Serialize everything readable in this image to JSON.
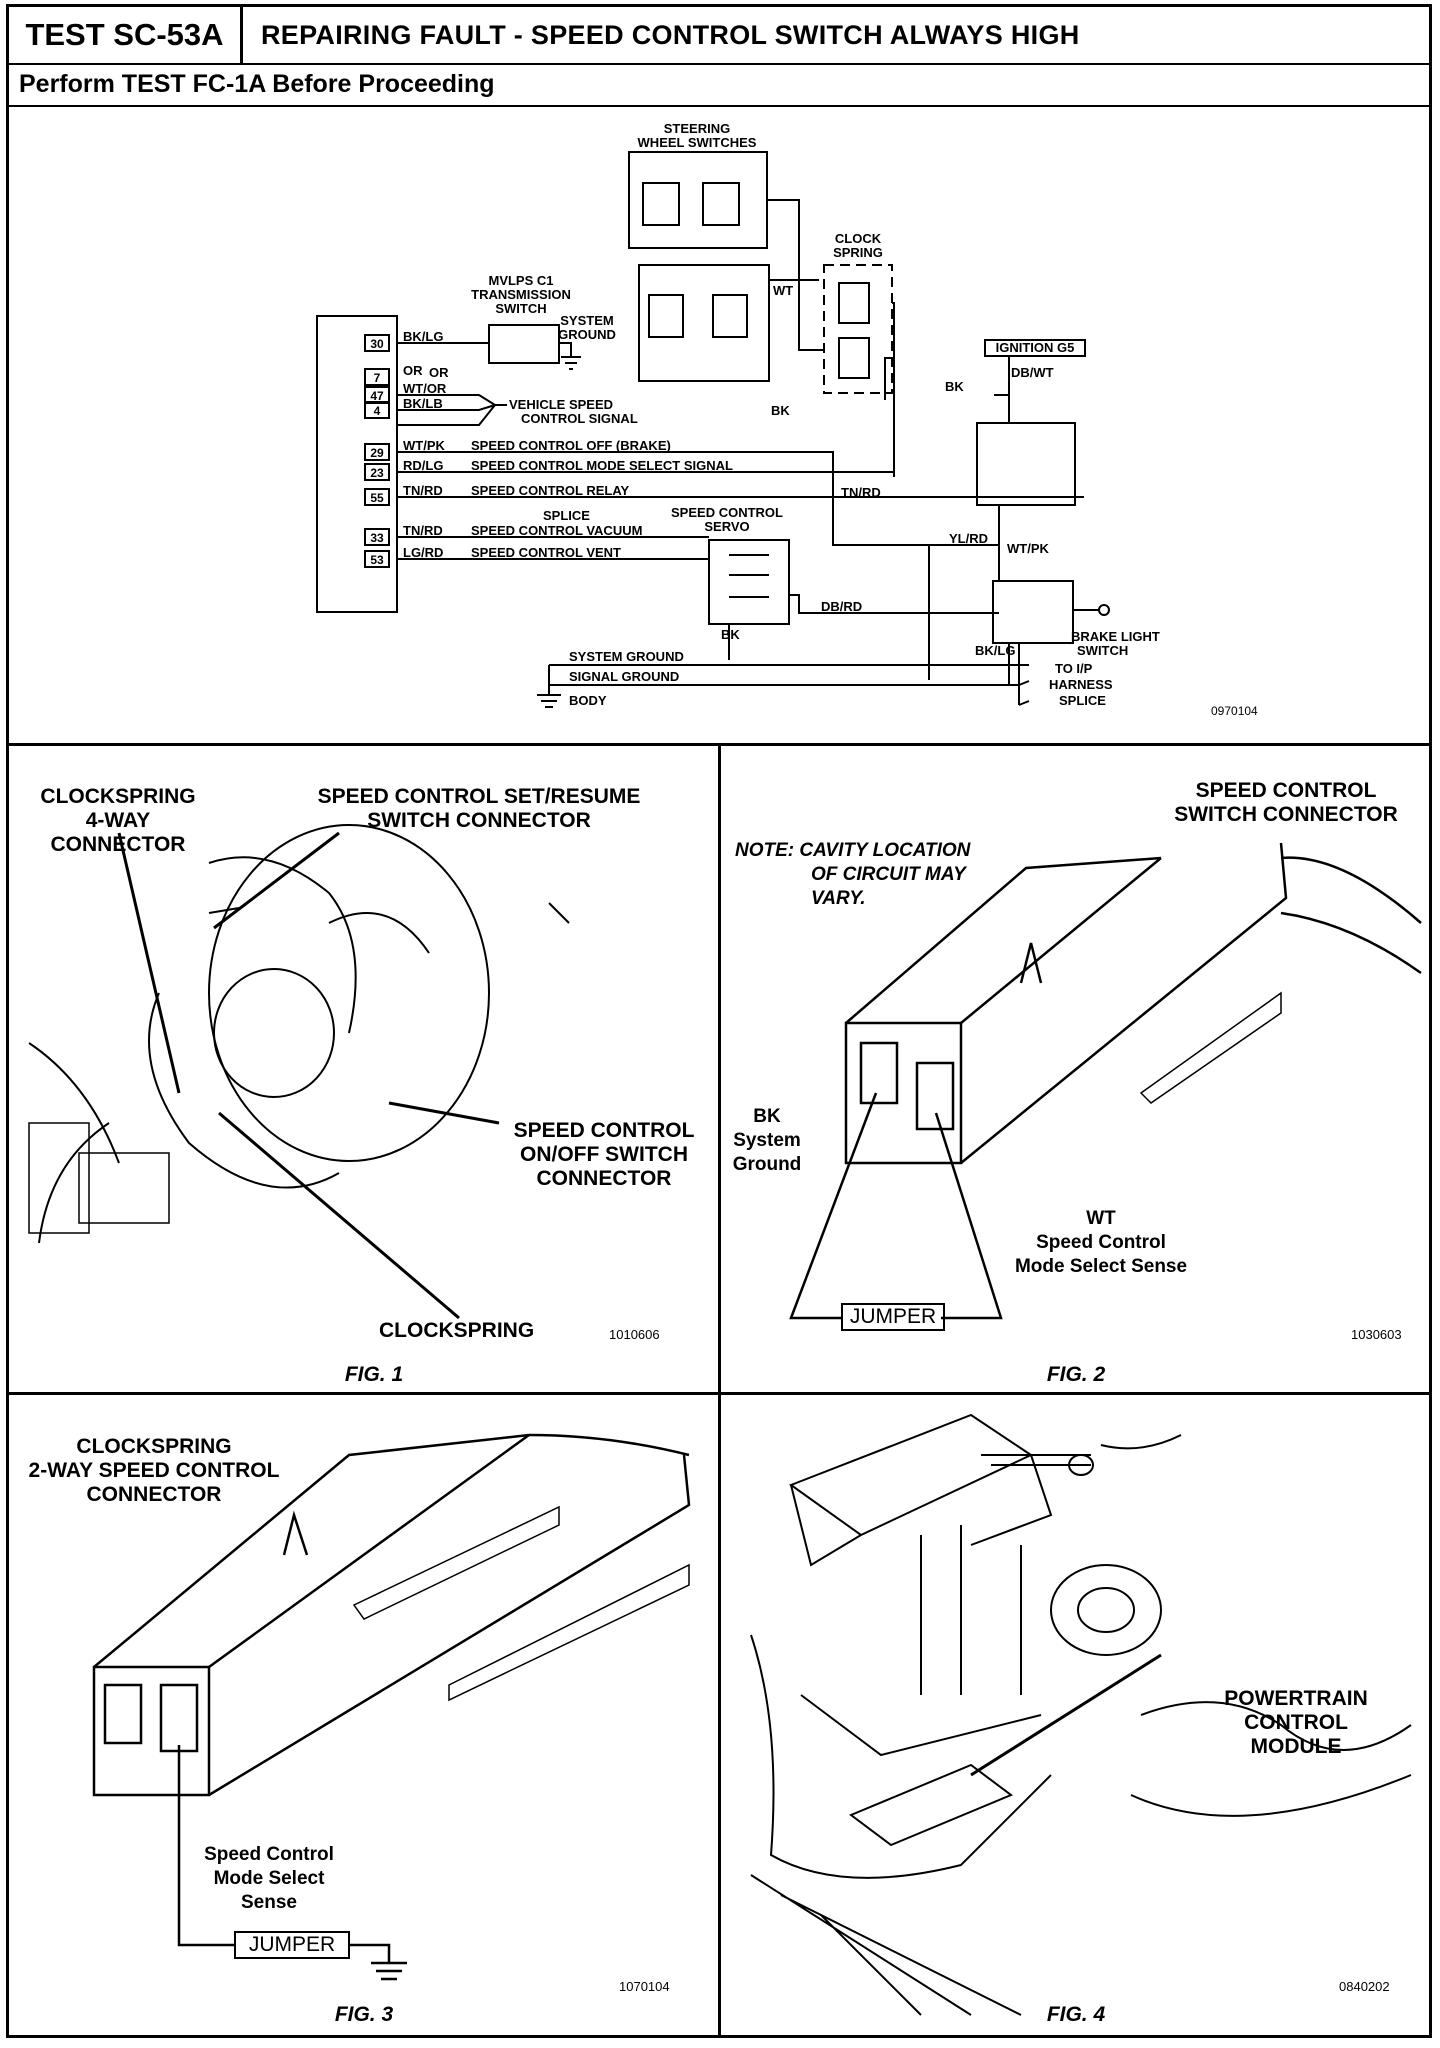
{
  "header": {
    "test_id": "TEST SC-53A",
    "title": "REPAIRING FAULT - SPEED CONTROL SWITCH ALWAYS HIGH",
    "prerequisite": "Perform TEST FC-1A Before Proceeding"
  },
  "schematic": {
    "id": "0970104",
    "labels": {
      "steering_wheel_switches": [
        "STEERING",
        "WHEEL SWITCHES"
      ],
      "clock_spring": [
        "CLOCK",
        "SPRING"
      ],
      "mvlps": [
        "MVLPS   C1",
        "TRANSMISSION",
        "SWITCH"
      ],
      "system_ground_top": [
        "SYSTEM",
        "GROUND"
      ],
      "ignition": "IGNITION G5",
      "or": "OR",
      "vehicle_speed": [
        "VEHICLE SPEED",
        "CONTROL SIGNAL"
      ],
      "splice": "SPLICE",
      "servo": [
        "SPEED CONTROL",
        "SERVO"
      ],
      "brake_light": [
        "BRAKE LIGHT",
        "SWITCH"
      ],
      "to_ip": [
        "TO I/P",
        "HARNESS",
        "SPLICE"
      ],
      "system_ground": "SYSTEM GROUND",
      "signal_ground": "SIGNAL GROUND",
      "body": "BODY"
    },
    "pins": [
      {
        "num": "30",
        "wire": "BK/LG",
        "circuit": ""
      },
      {
        "num": "7",
        "wire": "OR",
        "circuit": ""
      },
      {
        "num": "47",
        "wire": "WT/OR",
        "circuit": ""
      },
      {
        "num": "4",
        "wire": "BK/LB",
        "circuit": ""
      },
      {
        "num": "29",
        "wire": "WT/PK",
        "circuit": "SPEED CONTROL OFF (BRAKE)"
      },
      {
        "num": "23",
        "wire": "RD/LG",
        "circuit": "SPEED CONTROL MODE SELECT SIGNAL"
      },
      {
        "num": "55",
        "wire": "TN/RD",
        "circuit": "SPEED CONTROL RELAY"
      },
      {
        "num": "33",
        "wire": "TN/RD",
        "circuit": "SPEED CONTROL VACUUM"
      },
      {
        "num": "53",
        "wire": "LG/RD",
        "circuit": "SPEED CONTROL VENT"
      }
    ],
    "wires": {
      "wt": "WT",
      "bk1": "BK",
      "bk2": "BK",
      "bk3": "BK",
      "db_wt": "DB/WT",
      "tn_rd": "TN/RD",
      "yl_rd": "YL/RD",
      "wt_pk": "WT/PK",
      "db_rd": "DB/RD",
      "bk_lg": "BK/LG"
    }
  },
  "fig1": {
    "caption": "FIG. 1",
    "code": "1010606",
    "labels": {
      "clockspring_4way": [
        "CLOCKSPRING",
        "4-WAY",
        "CONNECTOR"
      ],
      "set_resume": [
        "SPEED CONTROL SET/RESUME",
        "SWITCH CONNECTOR"
      ],
      "on_off": [
        "SPEED CONTROL",
        "ON/OFF SWITCH",
        "CONNECTOR"
      ],
      "clockspring": "CLOCKSPRING"
    }
  },
  "fig2": {
    "caption": "FIG. 2",
    "code": "1030603",
    "labels": {
      "title": [
        "SPEED CONTROL",
        "SWITCH CONNECTOR"
      ],
      "note": [
        "NOTE:  CAVITY LOCATION",
        "OF CIRCUIT MAY",
        "VARY."
      ],
      "bk": [
        "BK",
        "System",
        "Ground"
      ],
      "wt": [
        "WT",
        "Speed Control",
        "Mode Select Sense"
      ],
      "jumper": "JUMPER"
    }
  },
  "fig3": {
    "caption": "FIG. 3",
    "code": "1070104",
    "labels": {
      "title": [
        "CLOCKSPRING",
        "2-WAY SPEED CONTROL",
        "CONNECTOR"
      ],
      "sense": [
        "Speed Control",
        "Mode Select",
        "Sense"
      ],
      "jumper": "JUMPER"
    }
  },
  "fig4": {
    "caption": "FIG. 4",
    "code": "0840202",
    "labels": {
      "pcm": [
        "POWERTRAIN",
        "CONTROL",
        "MODULE"
      ]
    }
  }
}
